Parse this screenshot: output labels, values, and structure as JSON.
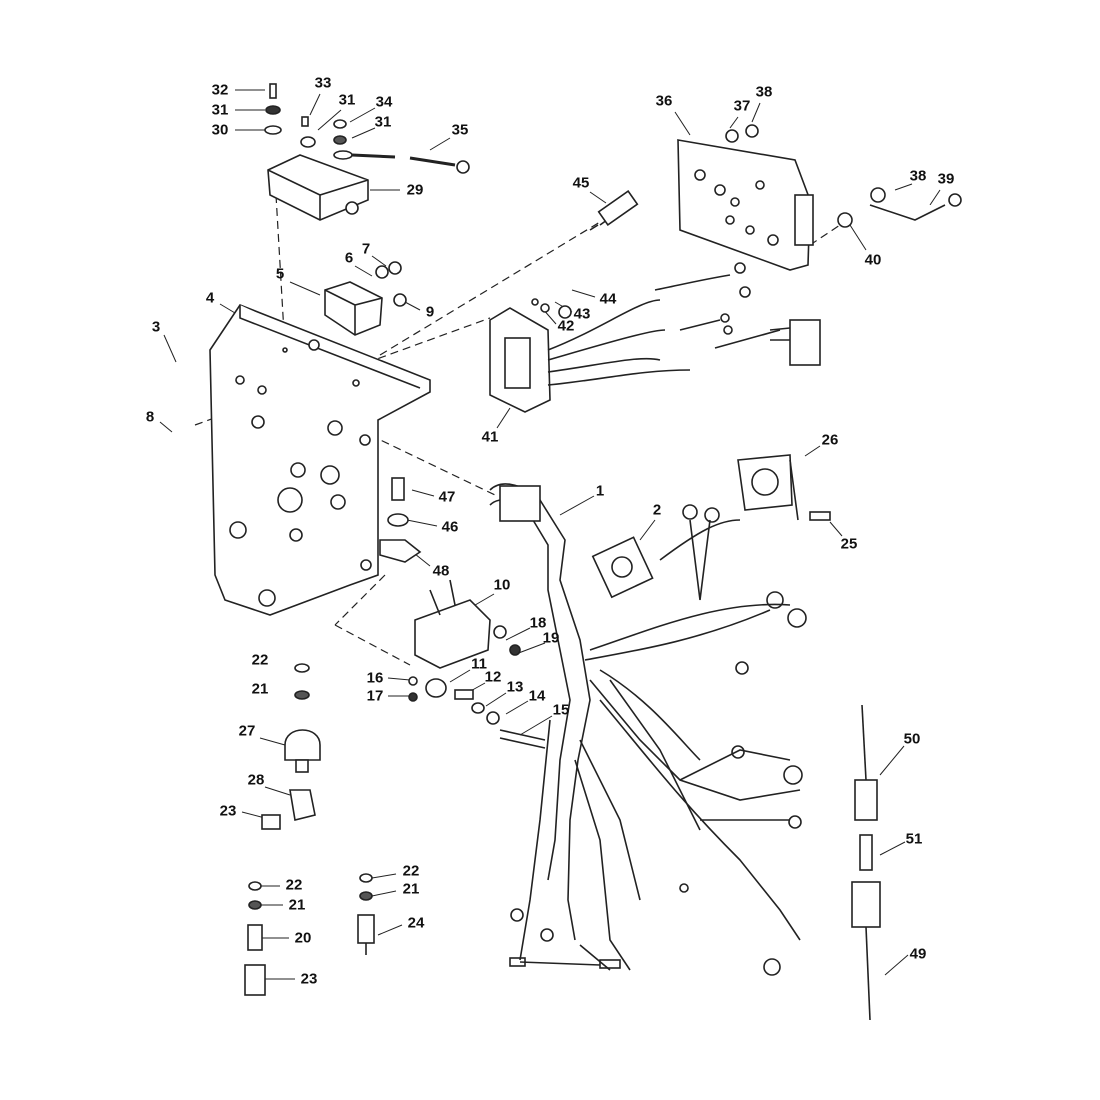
{
  "title": "Electrical components and wiring harness exploded view",
  "callouts": [
    "32",
    "33",
    "31",
    "31",
    "34",
    "30",
    "31",
    "35",
    "29",
    "36",
    "37",
    "38",
    "45",
    "38",
    "39",
    "40",
    "7",
    "6",
    "5",
    "9",
    "44",
    "43",
    "42",
    "4",
    "3",
    "8",
    "41",
    "26",
    "1",
    "2",
    "47",
    "46",
    "48",
    "25",
    "10",
    "18",
    "19",
    "22",
    "16",
    "11",
    "12",
    "13",
    "14",
    "17",
    "21",
    "15",
    "27",
    "50",
    "28",
    "23",
    "51",
    "22",
    "22",
    "21",
    "21",
    "24",
    "20",
    "49",
    "23"
  ]
}
